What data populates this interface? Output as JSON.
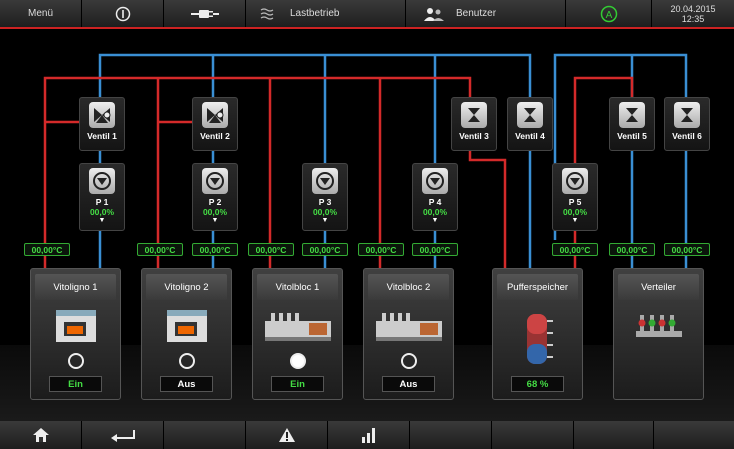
{
  "topbar": {
    "menu_label": "Menü",
    "info_icon": "info-circle-icon",
    "plug_icon": "plug-icon",
    "mode_label": "Lastbetrieb",
    "user_label": "Benutzer",
    "auto_icon_letter": "A",
    "date": "20.04.2015",
    "time": "12:35"
  },
  "valves": [
    {
      "label": "Ventil 1",
      "type": "three-way"
    },
    {
      "label": "Ventil 2",
      "type": "three-way"
    },
    {
      "label": "Ventil 3",
      "type": "two-way"
    },
    {
      "label": "Ventil 4",
      "type": "two-way"
    },
    {
      "label": "Ventil 5",
      "type": "two-way"
    },
    {
      "label": "Ventil 6",
      "type": "two-way"
    }
  ],
  "pumps": [
    {
      "label": "P 1",
      "value": "00,0%"
    },
    {
      "label": "P 2",
      "value": "00,0%"
    },
    {
      "label": "P 3",
      "value": "00,0%"
    },
    {
      "label": "P 4",
      "value": "00,0%"
    },
    {
      "label": "P 5",
      "value": "00,0%"
    }
  ],
  "temps": [
    "00,00°C",
    "00,00°C",
    "00,00°C",
    "00,00°C",
    "00,00°C",
    "00,00°C",
    "00,00°C",
    "00,00°C",
    "00,00°C",
    "00,00°C"
  ],
  "cards": [
    {
      "title": "Vitoligno 1",
      "status": "Ein",
      "active": false
    },
    {
      "title": "Vitoligno 2",
      "status": "Aus",
      "active": false
    },
    {
      "title": "Vitolbloc 1",
      "status": "Ein",
      "active": true
    },
    {
      "title": "Vitolbloc 2",
      "status": "Aus",
      "active": false
    },
    {
      "title": "Pufferspeicher",
      "status": "68 %"
    },
    {
      "title": "Verteiler"
    }
  ],
  "colors": {
    "supply": "#d42a2a",
    "return": "#3a8fd4",
    "ok_green": "#44dd44"
  },
  "bottombar": {
    "home_icon": "home-icon",
    "back_icon": "back-arrow-icon",
    "alarm_icon": "warning-triangle-icon",
    "stats_icon": "bar-chart-icon"
  }
}
